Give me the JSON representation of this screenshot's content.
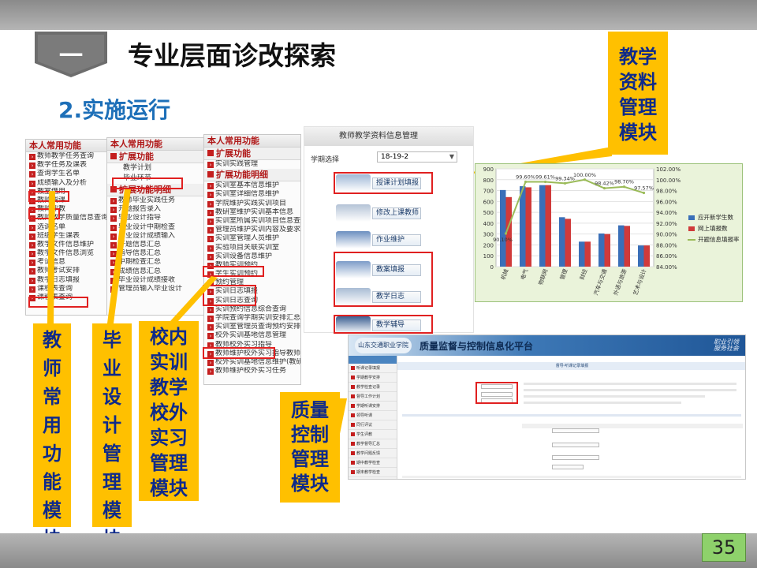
{
  "slide": {
    "section_number": "一",
    "title": "专业层面诊改探索",
    "subtitle": "2.实施运行",
    "page_number": "35"
  },
  "menu1": {
    "head": "本人常用功能",
    "items": [
      "教师教学任务查询",
      "教学任务及课表",
      "查询学生名单",
      "成绩输入及分析",
      "教室借用",
      "教师调课",
      "教师评教",
      "教师教学质量信息查询",
      "选课名单",
      "班级学生课表",
      "教学文件信息维护",
      "教学文件信息浏览",
      "考试信息",
      "教师考试安排",
      "教学日志填报",
      "课程表查询",
      "课程表查询"
    ]
  },
  "menu2": {
    "head": "本人常用功能",
    "sub1": "扩展功能",
    "sub1_items": [
      "教学计划",
      "毕业环节"
    ],
    "sub2": "扩展功能明细",
    "sub2_items": [
      "教师毕业实践任务",
      "开题报告录入",
      "毕业设计指导",
      "毕业设计中期检查",
      "毕业设计成绩输入",
      "开题信息汇总",
      "指导信息汇总",
      "中期检查汇总",
      "成绩信息汇总",
      "毕业设计成绩接收",
      "管理员输入毕业设计"
    ]
  },
  "menu3": {
    "head": "本人常用功能",
    "sub1": "扩展功能",
    "sub1_items": [
      "实训实践管理"
    ],
    "sub2": "扩展功能明细",
    "sub2_items": [
      "实训室基本信息维护",
      "实训室详细信息维护",
      "学院维护实践实训项目",
      "教研室维护实训基本信息",
      "实训室所属实训项目信息查询",
      "管理员维护实训内容及要求",
      "实训室管理人员维护",
      "实验项目关联实训室",
      "实训设备信息维护",
      "教师实训预约",
      "学生实训预约",
      "预约管理",
      "实训日志填报",
      "实训日志查询",
      "实训预约信息综合查询",
      "学院查询学期实训安排汇总",
      "实训室管理员查询预约安排",
      "校外实训基地信息管理",
      "教师校外实习指导",
      "教师维护校外实习指导教师",
      "校外实训基地信息维护(教研室)",
      "教师维护校外实习任务"
    ]
  },
  "labels": {
    "teacher": "教师常用功能模块",
    "graduation": "毕业设计管理模块",
    "training": "校内实训教学校外实习管理模块",
    "resource": "教学资料管理模块",
    "quality": "质量控制管理模块"
  },
  "resource_window": {
    "title": "教师教学资料信息管理",
    "term_label": "学期选择",
    "term_value": "18-19-2",
    "buttons": [
      "授课计划填报",
      "修改上课教师",
      "作业维护",
      "教案填报",
      "教学日志",
      "教学辅导"
    ]
  },
  "chart_data": {
    "type": "bar",
    "categories": [
      "机械",
      "电气",
      "物联网",
      "管理",
      "财经",
      "汽车与交通",
      "外语与旅游",
      "艺术与设计"
    ],
    "series": [
      {
        "name": "应开新学生数",
        "color": "#3a6fb8",
        "values": [
          705,
          740,
          750,
          455,
          230,
          305,
          380,
          195
        ]
      },
      {
        "name": "网上填报数",
        "color": "#d03a3a",
        "values": [
          640,
          730,
          750,
          440,
          230,
          300,
          375,
          195
        ]
      },
      {
        "name": "开题信息填报率",
        "color": "#9bbb59",
        "axis": "right",
        "values": [
          90.1,
          99.6,
          99.61,
          99.34,
          100.0,
          98.42,
          98.7,
          97.57
        ]
      }
    ],
    "point_labels": [
      "90.10%",
      "99.60%",
      "99.61%",
      "99.34%",
      "100.00%",
      "98.42%",
      "98.70%",
      "97.57%"
    ],
    "ylim_left": [
      0,
      900
    ],
    "yticks_left": [
      "0",
      "100",
      "200",
      "300",
      "400",
      "500",
      "600",
      "700",
      "800",
      "900"
    ],
    "ylim_right": [
      84,
      102
    ],
    "yticks_right": [
      "84.00%",
      "86.00%",
      "88.00%",
      "90.00%",
      "92.00%",
      "94.00%",
      "96.00%",
      "98.00%",
      "100.00%",
      "102.00%"
    ],
    "legend": "right"
  },
  "qc_platform": {
    "logo": "山东交通职业学院",
    "title": "质量监督与控制信息化平台",
    "slogan_1": "职业引领",
    "slogan_2": "服务社会",
    "main_title": "督导·听课记录填报",
    "side_items": [
      "听课记录填报",
      "学期教学安排",
      "教学检查记录",
      "督导工作计划",
      "学期听课安排",
      "领导听课",
      "同行评议",
      "学生评教",
      "教学督导汇总",
      "教学问题反馈",
      "期中教学检查",
      "期末教学检查"
    ]
  },
  "colors": {
    "accent_blue": "#1d6fb8",
    "label_yellow": "#ffc000",
    "label_text": "#0e2a8a",
    "menu_red": "#c41e1e",
    "page_green": "#8ed16b"
  }
}
